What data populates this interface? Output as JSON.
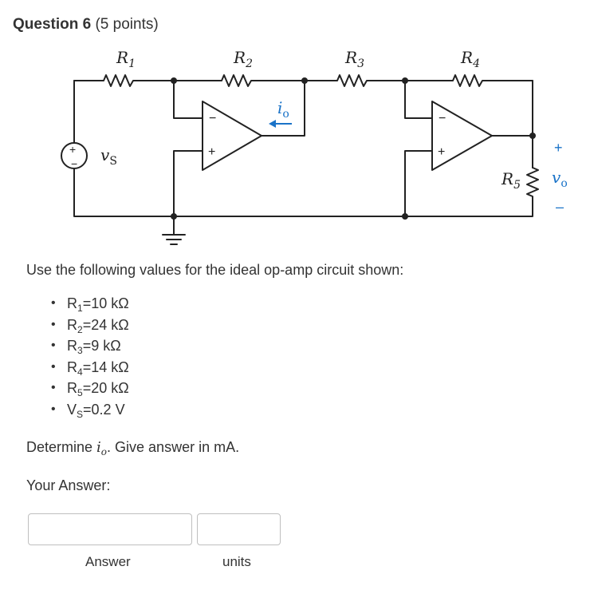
{
  "question": {
    "title": "Question 6",
    "points": "(5 points)",
    "prompt": "Use the following values for the ideal op-amp circuit shown:",
    "values": [
      {
        "name": "R",
        "sub": "1",
        "value": "=10 kΩ"
      },
      {
        "name": "R",
        "sub": "2",
        "value": "=24 kΩ"
      },
      {
        "name": "R",
        "sub": "3",
        "value": "=9 kΩ"
      },
      {
        "name": "R",
        "sub": "4",
        "value": "=14 kΩ"
      },
      {
        "name": "R",
        "sub": "5",
        "value": "=20 kΩ"
      },
      {
        "name": "V",
        "sub": "S",
        "value": "=0.2 V"
      }
    ],
    "determine_prefix": "Determine ",
    "determine_var": "i",
    "determine_var_sub": "o",
    "determine_suffix": ". Give answer in mA.",
    "your_answer": "Your Answer:"
  },
  "circuit": {
    "r1": "R",
    "r1_sub": "1",
    "r2": "R",
    "r2_sub": "2",
    "r3": "R",
    "r3_sub": "3",
    "r4": "R",
    "r4_sub": "4",
    "r5": "R",
    "r5_sub": "5",
    "vs": "v",
    "vs_sub": "S",
    "io": "i",
    "io_sub": "o",
    "vo": "v",
    "vo_sub": "o",
    "plus": "+",
    "minus": "−",
    "vo_minus": "–"
  },
  "answer": {
    "answer_value": "",
    "units_value": "",
    "answer_label": "Answer",
    "units_label": "units"
  },
  "colors": {
    "text": "#333333",
    "wire": "#222222",
    "accent_blue": "#1a73c8",
    "input_border": "#bfbfbf"
  }
}
